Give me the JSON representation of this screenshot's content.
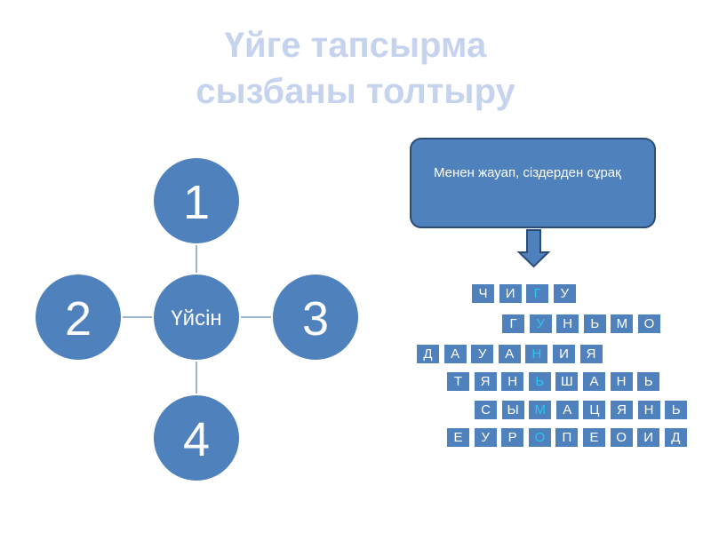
{
  "title": {
    "line1": "Үйге тапсырма",
    "line2": "сызбаны толтыру"
  },
  "diagram": {
    "center": "Үйсін",
    "nodes": [
      "1",
      "2",
      "3",
      "4"
    ],
    "color": "#4f81bd"
  },
  "callout": {
    "text": "Менен жауап, сіздерден сұрақ"
  },
  "crossword": {
    "highlight_color": "#2ec3f5",
    "rows": [
      [
        "Ч",
        "И",
        "Г",
        "У"
      ],
      [
        "Г",
        "У",
        "Н",
        "Ь",
        "М",
        "О"
      ],
      [
        "Д",
        "А",
        "У",
        "А",
        "Н",
        "И",
        "Я"
      ],
      [
        "Т",
        "Я",
        "Н",
        "Ь",
        "Ш",
        "А",
        "Н",
        "Ь"
      ],
      [
        "С",
        "Ы",
        "М",
        "А",
        "Ц",
        "Я",
        "Н",
        "Ь"
      ],
      [
        "Е",
        "У",
        "Р",
        "О",
        "П",
        "Е",
        "О",
        "И",
        "Д"
      ]
    ]
  }
}
